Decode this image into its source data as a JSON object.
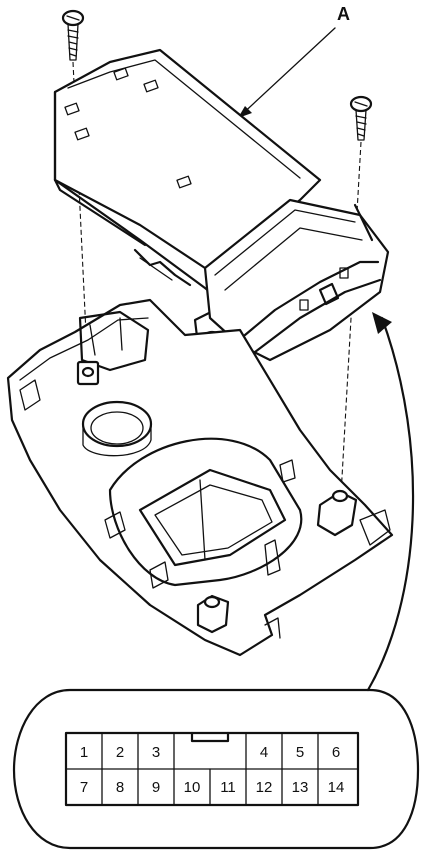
{
  "callout": {
    "label": "A"
  },
  "connector": {
    "pins_top": [
      "1",
      "2",
      "3",
      "",
      "4",
      "5",
      "6"
    ],
    "pins_bottom": [
      "7",
      "8",
      "9",
      "10",
      "11",
      "12",
      "13",
      "14"
    ]
  }
}
